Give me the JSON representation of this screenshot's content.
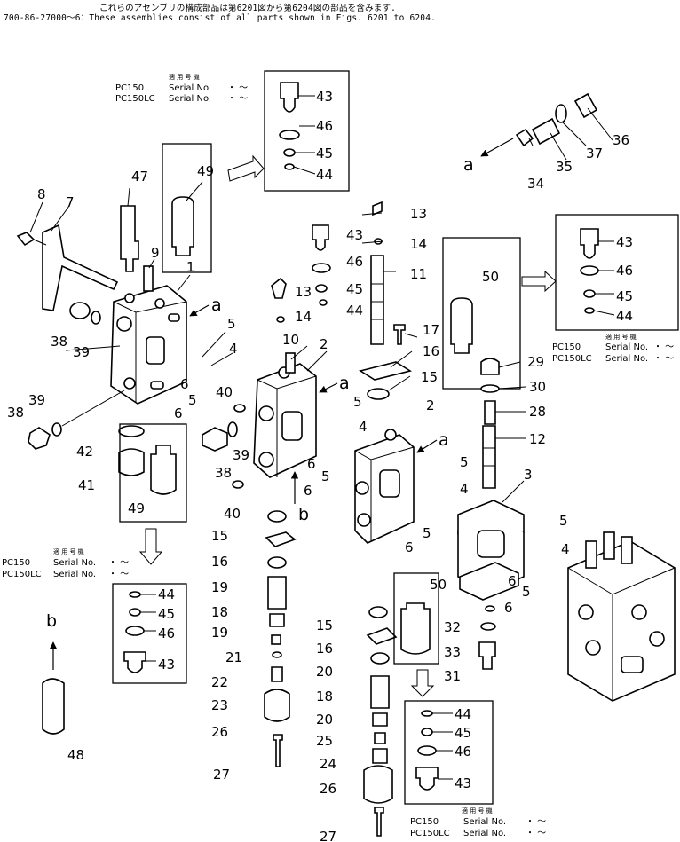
{
  "header": {
    "line1": "これらのアセンブリの構成部品は第6201図から第6204図の部品を含みます.",
    "line2": "700-86-27000～6：These assemblies consist of all parts shown in Figs. 6201 to 6204."
  },
  "serial_tables": [
    {
      "title": "適 用 号 機",
      "rows": [
        {
          "model": "PC150",
          "text": "Serial No.",
          "range": "・  ～"
        },
        {
          "model": "PC150LC",
          "text": "Serial No.",
          "range": "・  ～"
        }
      ]
    },
    {
      "title": "適 用 号 機",
      "rows": [
        {
          "model": "PC150",
          "text": "Serial No.",
          "range": "・  ～"
        },
        {
          "model": "PC150LC",
          "text": "Serial No.",
          "range": "・  ～"
        }
      ]
    },
    {
      "title": "適 用 号 機",
      "rows": [
        {
          "model": "PC150",
          "text": "Serial No.",
          "range": "・  ～"
        },
        {
          "model": "PC150LC",
          "text": "Serial No.",
          "range": "・  ～"
        }
      ]
    },
    {
      "title": "適 用 号 機",
      "rows": [
        {
          "model": "PC150",
          "text": "Serial No.",
          "range": "・  ～"
        },
        {
          "model": "PC150LC",
          "text": "Serial No.",
          "range": "・  ～"
        }
      ]
    }
  ],
  "view_labels": {
    "a": "a",
    "b": "b"
  },
  "part_numbers": [
    "1",
    "2",
    "3",
    "4",
    "5",
    "6",
    "7",
    "8",
    "9",
    "10",
    "11",
    "12",
    "13",
    "14",
    "15",
    "16",
    "17",
    "18",
    "19",
    "20",
    "21",
    "22",
    "23",
    "24",
    "25",
    "26",
    "27",
    "28",
    "29",
    "30",
    "31",
    "32",
    "33",
    "34",
    "35",
    "36",
    "37",
    "38",
    "39",
    "40",
    "41",
    "42",
    "43",
    "44",
    "45",
    "46",
    "47",
    "48",
    "49",
    "50"
  ]
}
